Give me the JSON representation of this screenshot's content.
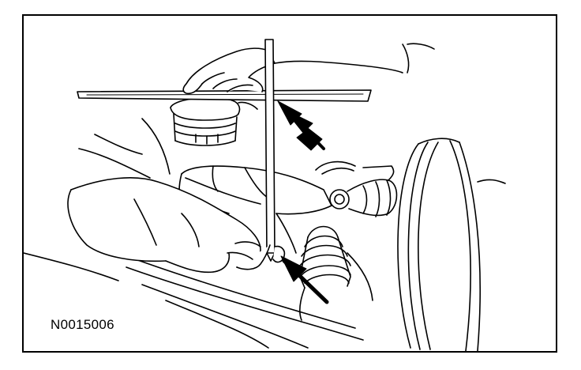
{
  "figure": {
    "id_label": "N0015006",
    "line_color": "#000000",
    "background_color": "#ffffff",
    "callouts": [
      {
        "name": "upper-arrow",
        "shape": "solid black arrow"
      },
      {
        "name": "lower-arrow",
        "shape": "solid black arrow"
      }
    ]
  }
}
